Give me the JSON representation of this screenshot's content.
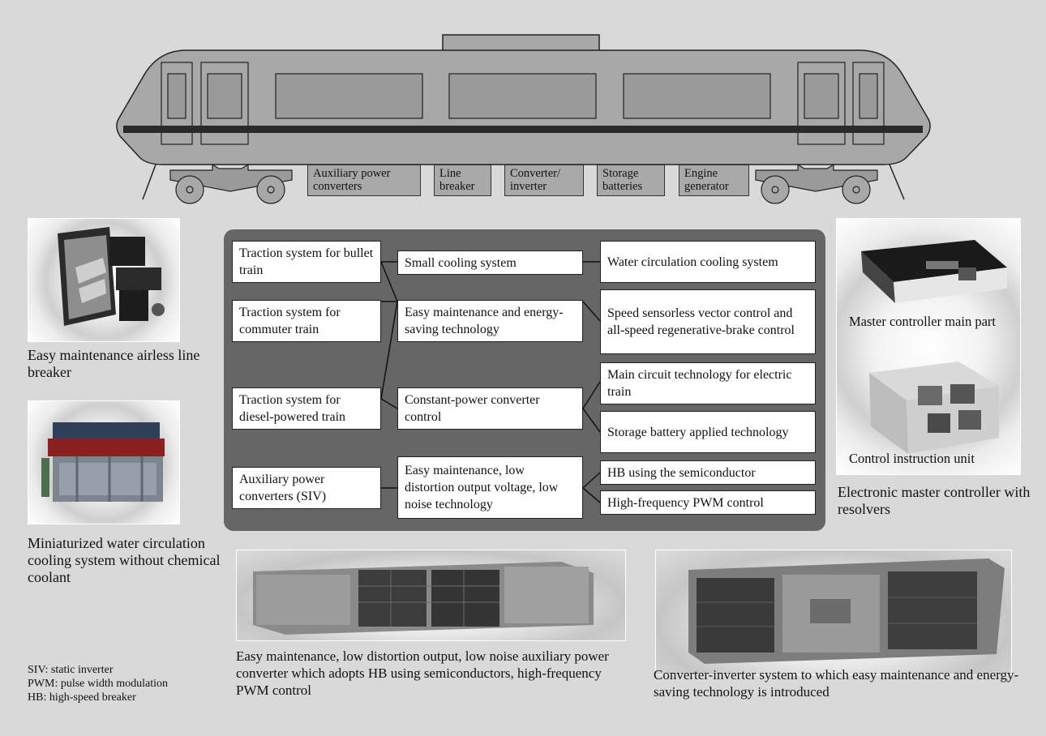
{
  "train": {
    "components": [
      {
        "id": "aux",
        "label": "Auxiliary power converters"
      },
      {
        "id": "line",
        "label": "Line breaker"
      },
      {
        "id": "conv",
        "label": "Converter/ inverter"
      },
      {
        "id": "storage",
        "label": "Storage batteries"
      },
      {
        "id": "engine",
        "label": "Engine generator"
      }
    ]
  },
  "diagram": {
    "systems": [
      "Traction system for bullet train",
      "Traction system for commuter train",
      "Traction system for diesel-powered train",
      "Auxiliary power converters (SIV)"
    ],
    "features": [
      "Small cooling system",
      "Easy maintenance and energy-saving technology",
      "Constant-power converter control",
      "Easy maintenance, low distortion output voltage, low noise technology"
    ],
    "technologies": [
      "Water circulation cooling system",
      "Speed sensorless vector control and all-speed regenerative-brake control",
      "Main circuit technology for electric train",
      "Storage battery applied technology",
      "HB using the semiconductor",
      "High-frequency PWM control"
    ]
  },
  "captions": {
    "line_breaker": "Easy maintenance airless line breaker",
    "cooling": "Miniaturized water circulation cooling system without chemical coolant",
    "master_main": "Master controller main part",
    "control_unit": "Control instruction unit",
    "master_controller": "Electronic master controller with resolvers",
    "aux_converter": "Easy maintenance, low distortion output, low noise auxiliary power converter which adopts HB using semiconductors, high-frequency PWM control",
    "converter_inverter": "Converter-inverter system to which easy maintenance and energy-saving technology is introduced"
  },
  "legend": [
    "SIV: static inverter",
    "PWM: pulse width modulation",
    "HB: high-speed breaker"
  ],
  "colors": {
    "background": "#d9d9d9",
    "train_body": "#a8a8a8",
    "panel": "#666666",
    "node": "#ffffff"
  }
}
